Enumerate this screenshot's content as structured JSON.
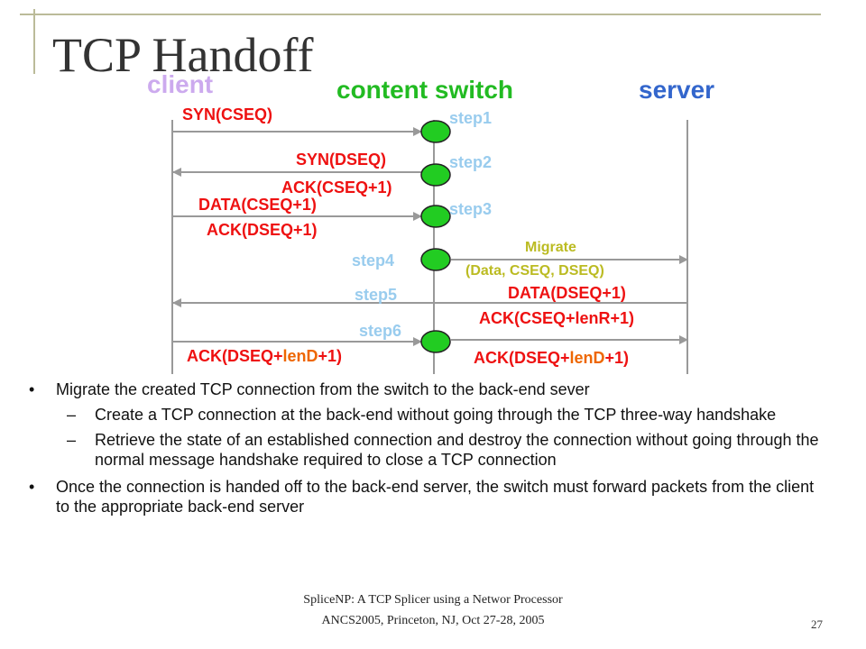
{
  "slide": {
    "title": "TCP Handoff",
    "page_number": "27",
    "footer_line1": "SpliceNP: A TCP Splicer using a Networ Processor",
    "footer_line2": "ANCS2005, Princeton, NJ, Oct 27-28, 2005"
  },
  "diagram": {
    "entities": {
      "client": "client",
      "switch": "content switch",
      "server": "server"
    },
    "steps": [
      "step1",
      "step2",
      "step3",
      "step4",
      "step5",
      "step6"
    ],
    "messages": {
      "syn_cseq": "SYN(CSEQ)",
      "syn_dseq": "SYN(DSEQ)",
      "ack_cseq1": "ACK(CSEQ+1)",
      "data_cseq1": "DATA(CSEQ+1)",
      "ack_dseq1": "ACK(DSEQ+1)",
      "migrate": "Migrate",
      "migrate_params": "(Data, CSEQ, DSEQ)",
      "data_dseq1": "DATA(DSEQ+1)",
      "ack_cseq_lenr": "ACK(CSEQ+lenR+1)",
      "ack_left_pre": "ACK(DSEQ+",
      "ack_left_mid": "lenD",
      "ack_left_post": "+1)",
      "ack_right_pre": "ACK(DSEQ+",
      "ack_right_mid": "lenD",
      "ack_right_post": "+1)"
    },
    "colors": {
      "client": "#ccaaee",
      "switch": "#22bb22",
      "server": "#3366cc",
      "message": "#ee1111",
      "step": "#99ccee",
      "migrate": "#bbbb22",
      "node_fill": "#22cc22",
      "arrow": "#999999"
    }
  },
  "bullets": [
    {
      "text": "Migrate the created TCP connection from the switch to the back-end sever",
      "sub": [
        "Create a TCP connection at the back-end without going through the TCP three-way handshake",
        "Retrieve the state of an established connection and destroy the connection without going through the normal message handshake required to close a TCP connection"
      ]
    },
    {
      "text": "Once the connection is handed off to the back-end server, the switch must forward packets from the client to the appropriate back-end server",
      "sub": []
    }
  ]
}
